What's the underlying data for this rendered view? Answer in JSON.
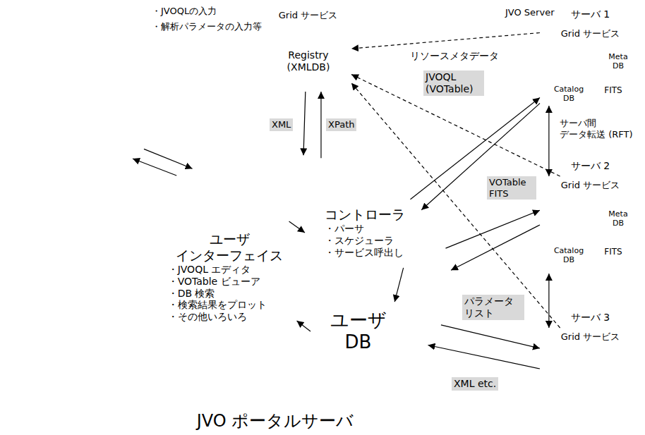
{
  "diagram": {
    "nodes": [
      {
        "text": [
          "・JVOQLの入力",
          "・解析パラメータの入力等"
        ]
      },
      {
        "text": [
          "Grid サービス"
        ]
      },
      {
        "text": [
          "Registry (XMLDB)"
        ],
        "in": 1
      },
      {
        "text": [
          "サーバ 1",
          "Grid サービス"
        ]
      },
      {
        "text": [
          "Meta DB"
        ],
        "in": 3
      },
      {
        "text": [
          "Catalog DB"
        ],
        "in": 3
      },
      {
        "text": [
          "FITS"
        ],
        "in": 3
      },
      {
        "text": [
          "サーバ 2",
          "Grid サービス"
        ]
      },
      {
        "text": [
          "Meta DB"
        ],
        "in": 7
      },
      {
        "text": [
          "Catalog DB"
        ],
        "in": 7
      },
      {
        "text": [
          "FITS"
        ],
        "in": 7
      },
      {
        "text": [
          "JVO ポータルサーバ"
        ]
      },
      {
        "text": [
          "ユーザ インターフェイス",
          "・JVOQL エディタ",
          "・VOTable ビューア",
          "・DB 検索",
          "・検索結果をプロット",
          "・その他いろいろ"
        ],
        "in": 11
      },
      {
        "text": [
          "コントローラ",
          "・パーサ",
          "・スケジューラ",
          "・サービス呼出し"
        ],
        "in": 11
      },
      {
        "text": [
          "ユーザ DB"
        ],
        "in": 11
      },
      {
        "text": [
          "サーバ 3",
          "Grid サービス"
        ]
      }
    ],
    "edges": [
      {
        "from": 0,
        "to": 11,
        "arrow": "to"
      },
      {
        "from": 11,
        "to": 0,
        "arrow": "to"
      },
      {
        "from": 1,
        "to": 11,
        "label": "XML",
        "arrow": "to"
      },
      {
        "from": 11,
        "to": 1,
        "label": "XPath",
        "arrow": "to"
      },
      {
        "from": 12,
        "to": 13,
        "arrow": "to"
      },
      {
        "from": 13,
        "to": 14,
        "arrow": "to"
      },
      {
        "from": 14,
        "to": 12,
        "arrow": "to"
      },
      {
        "from": 3,
        "to": 1,
        "label": "リソースメタデータ",
        "arrow": "to"
      },
      {
        "from": 7,
        "to": 1,
        "arrow": "to"
      },
      {
        "from": 15,
        "to": 1,
        "arrow": "to"
      },
      {
        "from": 11,
        "to": 3,
        "label": "JVOQL (VOTable)",
        "arrow": "to"
      },
      {
        "from": 3,
        "to": 11,
        "arrow": "to"
      },
      {
        "from": 11,
        "to": 7,
        "label": "VOTable FITS",
        "arrow": "to"
      },
      {
        "from": 7,
        "to": 11,
        "arrow": "to"
      },
      {
        "from": 11,
        "to": 15,
        "label": "パラメータ リスト",
        "arrow": "to"
      },
      {
        "from": 15,
        "to": 11,
        "label": "XML etc.",
        "arrow": "to"
      },
      {
        "from": 3,
        "to": 7,
        "label": "サーバ間 データ転送 (RFT)",
        "arrow": "both"
      },
      {
        "from": 7,
        "to": 15,
        "arrow": "both"
      }
    ],
    "labels": [
      "JVO Server"
    ]
  }
}
